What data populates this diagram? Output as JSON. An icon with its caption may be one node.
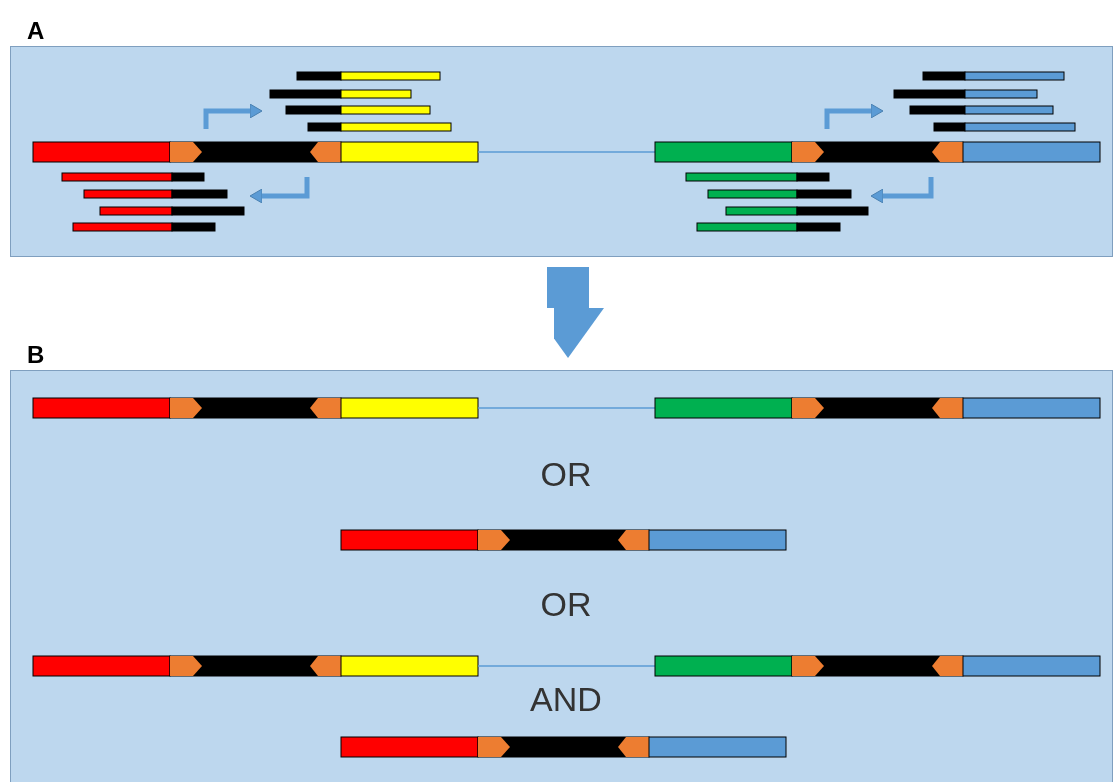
{
  "diagram": {
    "nodes": [
      {
        "text": [
          "A"
        ]
      },
      {
        "text": [
          "B"
        ]
      }
    ],
    "edges": [
      {
        "from": 0,
        "to": 1,
        "arrow": "to"
      }
    ],
    "labels": [
      "OR",
      "OR",
      "AND"
    ]
  }
}
